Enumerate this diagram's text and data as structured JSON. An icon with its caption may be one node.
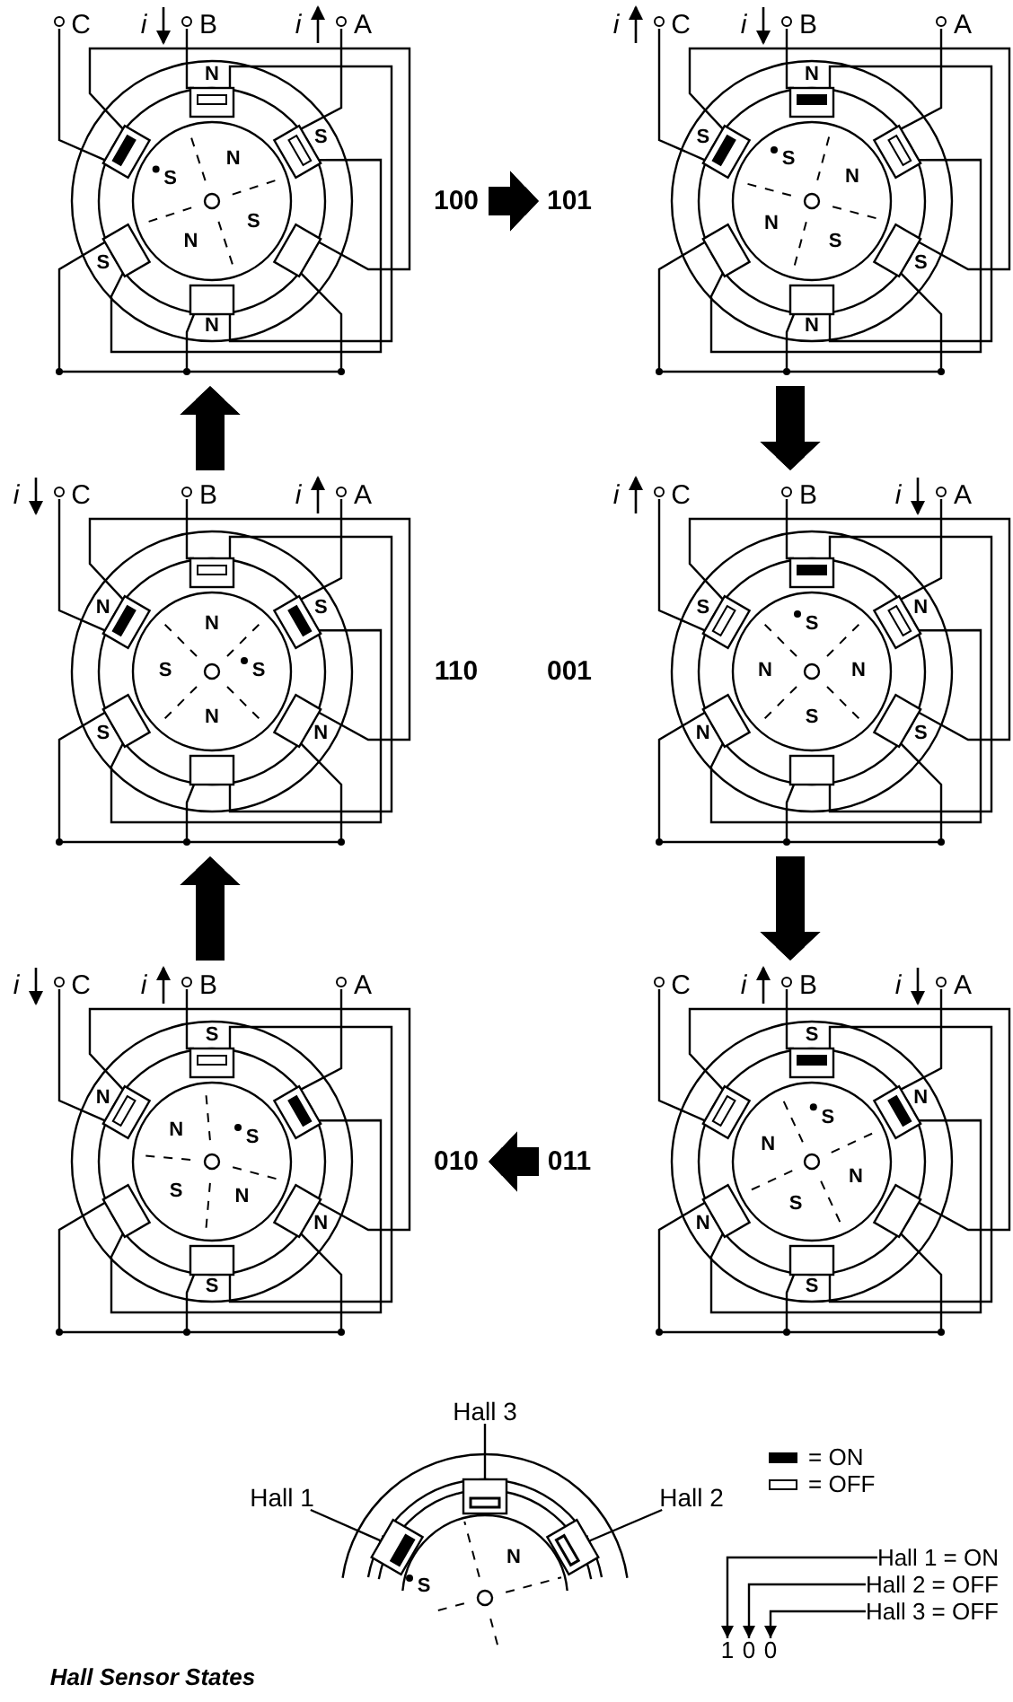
{
  "diagram": {
    "caption": "Hall Sensor States",
    "nodes": [
      {
        "text": [
          "C",
          "i",
          "B",
          "i",
          "A",
          "N",
          "S",
          "N",
          "S",
          "S",
          "N",
          "S",
          "N"
        ],
        "beside": [
          "100"
        ]
      },
      {
        "text": [
          "i",
          "C",
          "i",
          "B",
          "A",
          "N",
          "S",
          "S",
          "N",
          "N",
          "S",
          "S",
          "N"
        ],
        "beside": [
          "101"
        ]
      },
      {
        "text": [
          "i",
          "C",
          "B",
          "i",
          "A",
          "N",
          "N",
          "S",
          "S",
          "S",
          "S",
          "N",
          "N"
        ],
        "beside": [
          "110"
        ]
      },
      {
        "text": [
          "i",
          "C",
          "B",
          "i",
          "A",
          "S",
          "S",
          "N",
          "N",
          "N",
          "N",
          "S",
          "S"
        ],
        "beside": [
          "001"
        ]
      },
      {
        "text": [
          "i",
          "C",
          "i",
          "B",
          "A",
          "S",
          "N",
          "N",
          "S",
          "S",
          "N",
          "N",
          "S"
        ],
        "beside": [
          "010"
        ]
      },
      {
        "text": [
          "C",
          "i",
          "B",
          "i",
          "A",
          "S",
          "S",
          "N",
          "N",
          "N",
          "N",
          "S",
          "S"
        ],
        "beside": [
          "011"
        ]
      },
      {
        "text": [
          "Hall 3"
        ]
      },
      {
        "text": [
          "Hall 1"
        ]
      },
      {
        "text": [
          "Hall 2"
        ]
      },
      {
        "text": [
          "S",
          "N"
        ]
      },
      {
        "text": [],
        "shape": "bar",
        "in": 9
      },
      {
        "text": [],
        "shape": "bar",
        "in": 9
      },
      {
        "text": [],
        "shape": "bar",
        "in": 9
      },
      {
        "text": [
          "Hall 1 = ON"
        ]
      },
      {
        "text": [
          "Hall 2 = OFF"
        ]
      },
      {
        "text": [
          "Hall 3 = OFF"
        ]
      },
      {
        "text": [
          "1"
        ]
      },
      {
        "text": [
          "0"
        ]
      },
      {
        "text": [
          "0"
        ]
      }
    ],
    "edges": [
      {
        "from": 0,
        "to": 1,
        "arrow": "to",
        "style": "thick"
      },
      {
        "from": 1,
        "to": 3,
        "arrow": "to",
        "style": "thick"
      },
      {
        "from": 3,
        "to": 5,
        "arrow": "to",
        "style": "thick"
      },
      {
        "from": 5,
        "to": 4,
        "arrow": "to",
        "style": "thick"
      },
      {
        "from": 4,
        "to": 2,
        "arrow": "to",
        "style": "thick"
      },
      {
        "from": 2,
        "to": 0,
        "arrow": "to",
        "style": "thick"
      },
      {
        "from": 7,
        "to": 10,
        "arrow": "to"
      },
      {
        "from": 6,
        "to": 11,
        "arrow": "to"
      },
      {
        "from": 8,
        "to": 12,
        "arrow": "to"
      },
      {
        "from": 13,
        "to": 16,
        "arrow": "to"
      },
      {
        "from": 14,
        "to": 17,
        "arrow": "to"
      },
      {
        "from": 15,
        "to": 18,
        "arrow": "to"
      }
    ],
    "legend": [
      {
        "text": "= ON"
      },
      {
        "text": "= OFF"
      }
    ]
  }
}
